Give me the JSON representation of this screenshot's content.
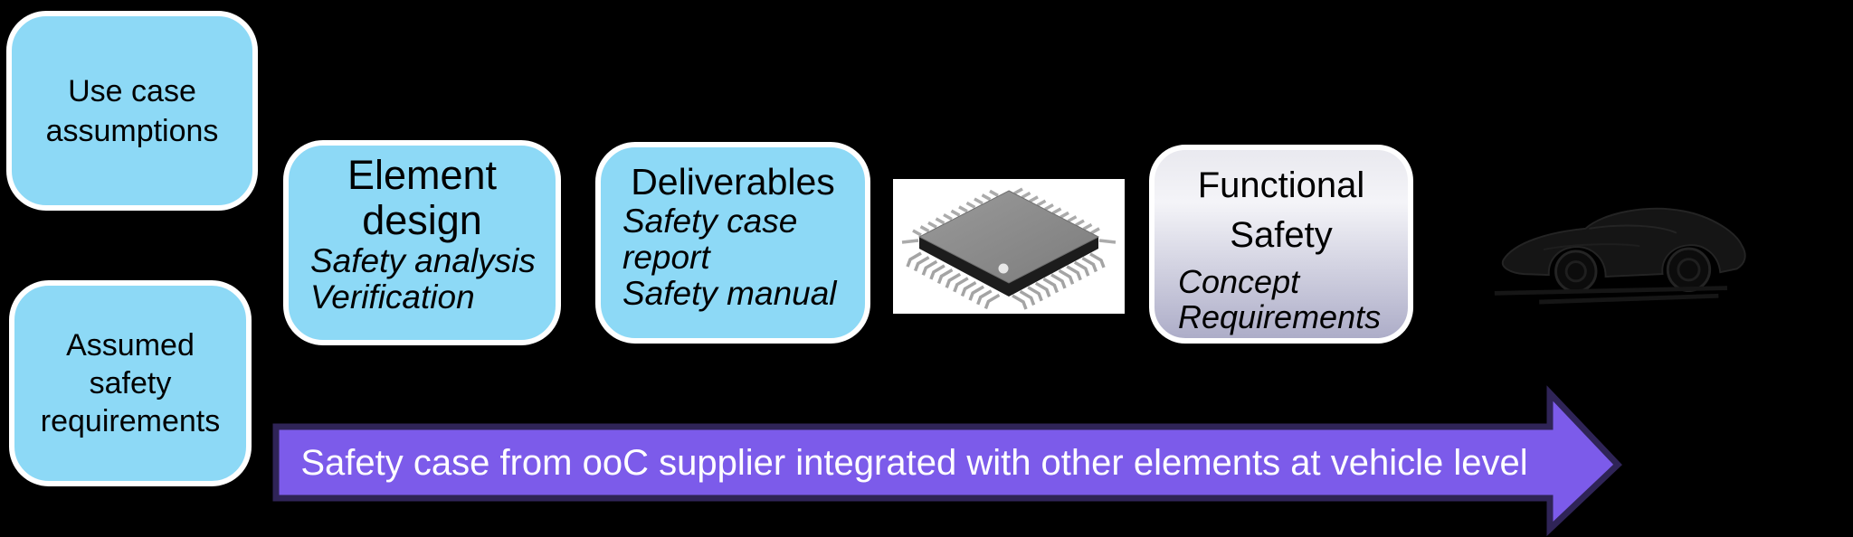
{
  "colors": {
    "background": "#000000",
    "box_blue": "#8DD9F6",
    "box_border": "#FFFFFF",
    "box_text": "#000000",
    "gradient_top": "#E9E9EF",
    "gradient_mid": "#F4F4F8",
    "gradient_bottom": "#ADADC8",
    "arrow_fill": "#7C5BEA",
    "arrow_border": "#2F2457",
    "arrow_text": "#FFFFFF"
  },
  "boxes": {
    "use_case": {
      "text": "Use case\nassumptions"
    },
    "assumed": {
      "text": "Assumed\nsafety\nrequirements"
    },
    "element_design": {
      "title": "Element\ndesign",
      "subtitle": "Safety analysis\nVerification"
    },
    "deliverables": {
      "title": "Deliverables",
      "subtitle": "Safety case\nreport\nSafety manual"
    },
    "functional_safety": {
      "title_line1": "Functional",
      "title_line2": "Safety",
      "subtitle": "Concept\nRequirements"
    }
  },
  "icons": {
    "chip": "microcontroller-chip-icon",
    "car": "car-silhouette-icon"
  },
  "arrow": {
    "label": "Safety case from ooC supplier integrated with other elements at vehicle level"
  }
}
